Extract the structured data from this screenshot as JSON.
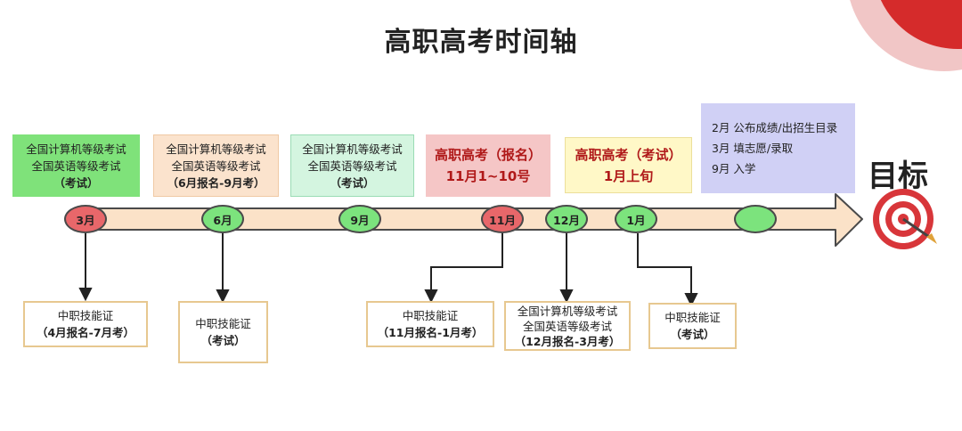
{
  "title": "高职高考时间轴",
  "goal_label": "目标",
  "top_boxes": [
    {
      "line1": "全国计算机等级考试",
      "line2": "全国英语等级考试",
      "line3": "（考试）"
    },
    {
      "line1": "全国计算机等级考试",
      "line2": "全国英语等级考试",
      "line3": "（6月报名-9月考）"
    },
    {
      "line1": "全国计算机等级考试",
      "line2": "全国英语等级考试",
      "line3": "（考试）"
    },
    {
      "line1": "高职高考（报名）",
      "line2": "11月1~10号"
    },
    {
      "line1": "高职高考（考试）",
      "line2": "1月上旬"
    }
  ],
  "goal_box": {
    "line1": "2月  公布成绩/出招生目录",
    "line2": "3月  填志愿/录取",
    "line3": "9月  入学"
  },
  "nodes": [
    {
      "label": "3月"
    },
    {
      "label": "6月"
    },
    {
      "label": "9月"
    },
    {
      "label": "11月"
    },
    {
      "label": "12月"
    },
    {
      "label": "1月"
    },
    {
      "label": ""
    }
  ],
  "bottom_boxes": [
    {
      "line1": "中职技能证",
      "line2": "（4月报名-7月考）"
    },
    {
      "line1": "中职技能证",
      "line2": "（考试）"
    },
    {
      "line1": "中职技能证",
      "line2": "（11月报名-1月考）"
    },
    {
      "line1": "全国计算机等级考试",
      "line2": "全国英语等级考试",
      "line3": "（12月报名-3月考）"
    },
    {
      "line1": "中职技能证",
      "line2": "（考试）"
    }
  ],
  "colors": {
    "green_box": "#7fe27a",
    "peach_box": "#fbe3cd",
    "mint_box": "#d4f5e0",
    "pink_box": "#f5c6c6",
    "yellow_box": "#fff8c7",
    "lavender_box": "#d0d0f5",
    "arrow_fill": "#fbe2c8",
    "node_red": "#e8676a",
    "node_green": "#7ce37d"
  },
  "icons": {
    "goal": "target-icon"
  }
}
